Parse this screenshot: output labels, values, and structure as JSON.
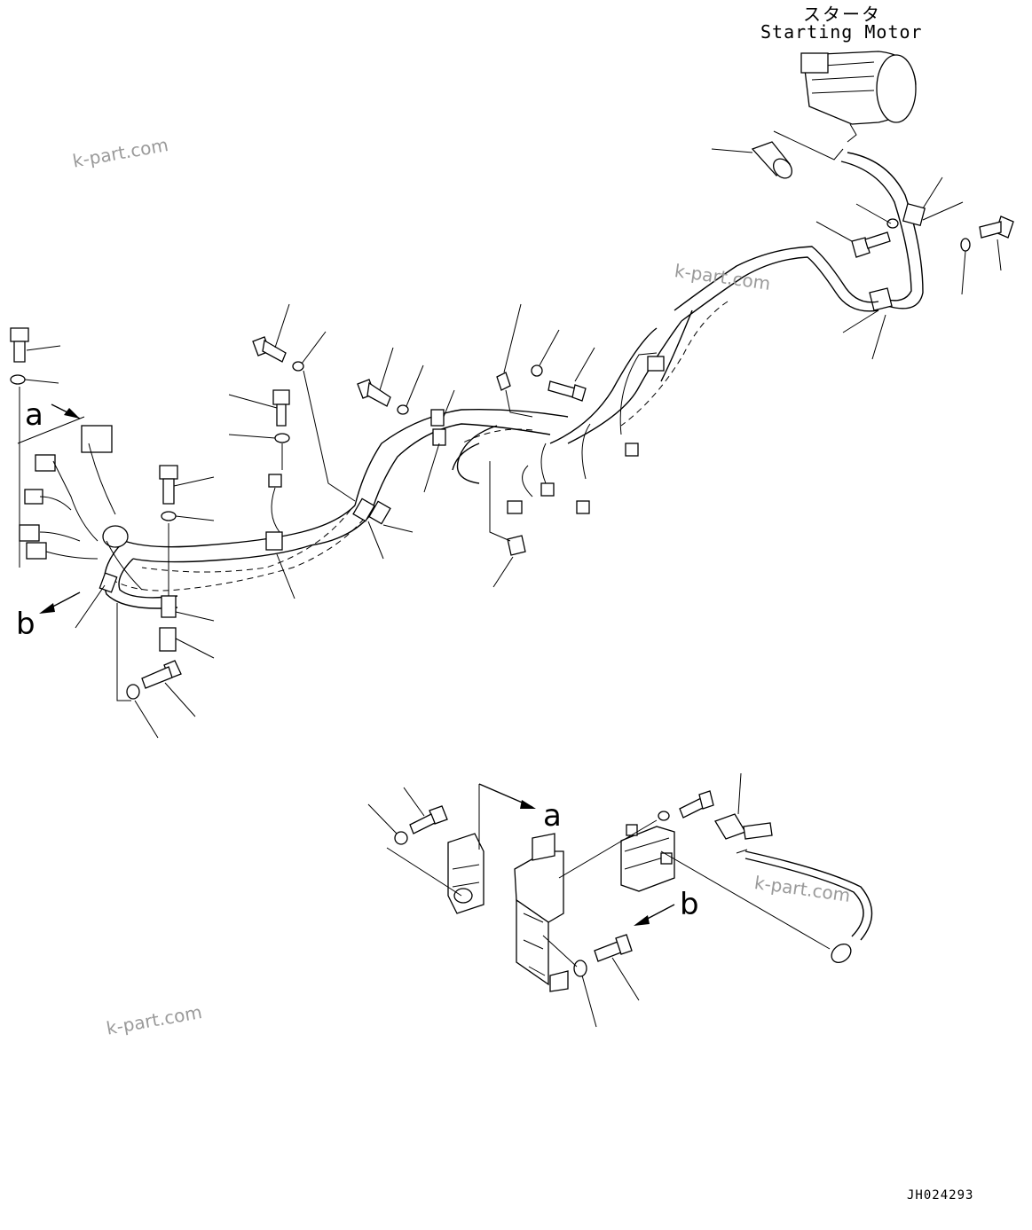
{
  "title": {
    "japanese": "スタータ",
    "english": "Starting Motor"
  },
  "callouts": {
    "a_upper": "a",
    "b_upper": "b",
    "a_lower": "a",
    "b_lower": "b"
  },
  "watermarks": [
    "k-part.com",
    "k-part.com",
    "k-part.com",
    "k-part.com"
  ],
  "drawing_id": "JH024293"
}
